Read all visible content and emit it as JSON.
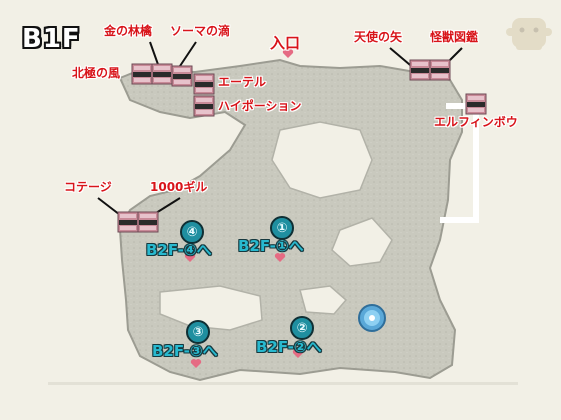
{
  "floor": "B1F",
  "entrance": "入口",
  "treasure_labels": {
    "gold_apple": "金の林檎",
    "soma_drop": "ソーマの滴",
    "north_wind": "北極の風",
    "ether": "エーテル",
    "hi_potion": "ハイポーション",
    "angel_arrow": "天使の矢",
    "monster_book": "怪獣図鑑",
    "elfin_bow": "エルフィンボウ",
    "cottage": "コテージ",
    "gil_1000": "1000ギル"
  },
  "stairs": [
    {
      "num": "④",
      "label": "B2F-④へ"
    },
    {
      "num": "①",
      "label": "B2F-①へ"
    },
    {
      "num": "③",
      "label": "B2F-③へ"
    },
    {
      "num": "②",
      "label": "B2F-②へ"
    }
  ],
  "colors": {
    "background": "#f2f0e6",
    "cave_floor": "#c9c9be",
    "item_label": "#d8141a",
    "stair_label": "#28b9cf",
    "chest": "#c98a98",
    "passage": "#ffffff",
    "save_point": "#5aa8d8"
  },
  "icons": [
    "treasure-chest-icon",
    "save-point-icon",
    "stair-marker-icon",
    "moogle-logo-icon"
  ]
}
